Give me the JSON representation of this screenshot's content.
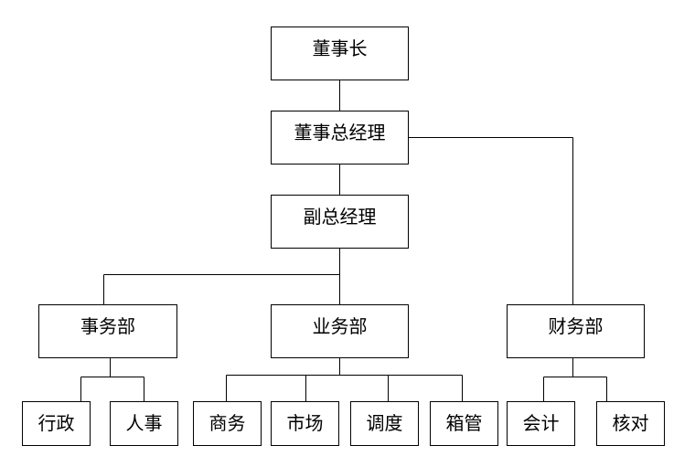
{
  "chairman": "董事长",
  "general_manager": "董事总经理",
  "deputy_general_manager": "副总经理",
  "departments": {
    "admin_affairs": {
      "label": "事务部",
      "children": [
        "行政",
        "人事"
      ]
    },
    "business": {
      "label": "业务部",
      "children": [
        "商务",
        "市场",
        "调度",
        "箱管"
      ]
    },
    "finance": {
      "label": "财务部",
      "children": [
        "会计",
        "核对"
      ]
    }
  }
}
